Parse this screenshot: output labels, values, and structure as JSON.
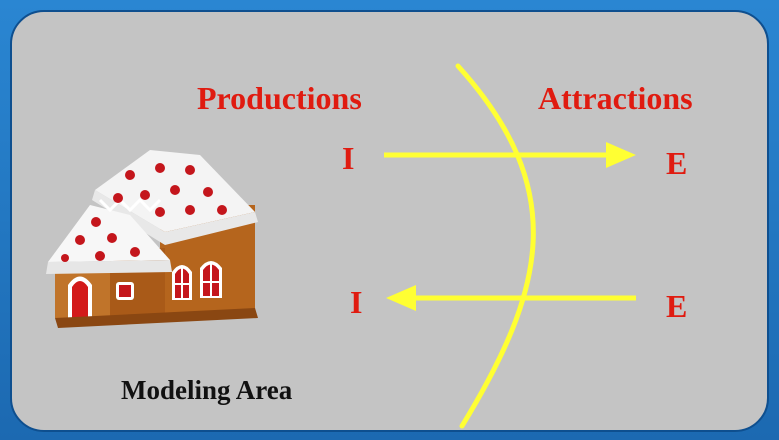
{
  "header": {
    "left_label": "Productions",
    "right_label": "Attractions"
  },
  "flows": {
    "top_origin": "I",
    "top_dest": "E",
    "bottom_dest": "I",
    "bottom_origin": "E"
  },
  "footer": {
    "area_label": "Modeling Area"
  },
  "colors": {
    "accent": "#e01b10",
    "arrow": "#ffff33",
    "panel": "#c4c4c4",
    "frame": "#1f70b8"
  },
  "icons": {
    "house": "gingerbread-house-icon"
  }
}
